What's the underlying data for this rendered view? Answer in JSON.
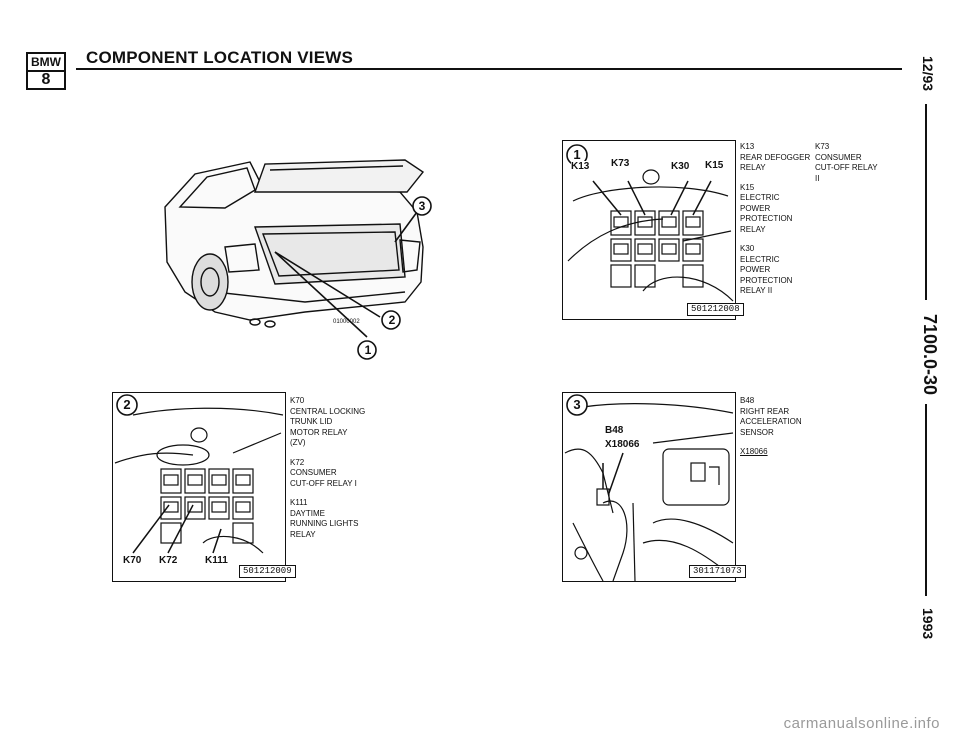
{
  "header": {
    "logo_top": "BMW",
    "logo_bottom": "8",
    "title": "COMPONENT LOCATION VIEWS"
  },
  "side": {
    "date": "12/93",
    "section": "7100.0-30",
    "year": "1993"
  },
  "views": {
    "overview": {
      "part_number": "01000002",
      "callouts": [
        "1",
        "2",
        "3"
      ]
    },
    "view1": {
      "marker": "1",
      "labels": [
        "K13",
        "K73",
        "K30",
        "K15"
      ],
      "ref": "501212008",
      "legend": [
        {
          "code": "K13",
          "lines": [
            "REAR DEFOGGER",
            "RELAY"
          ]
        },
        {
          "code": "K15",
          "lines": [
            "ELECTRIC",
            "POWER",
            "PROTECTION",
            "RELAY"
          ]
        },
        {
          "code": "K30",
          "lines": [
            "ELECTRIC",
            "POWER",
            "PROTECTION",
            "RELAY II"
          ]
        },
        {
          "code": "K73",
          "lines": [
            "CONSUMER",
            "CUT-OFF RELAY",
            "II"
          ]
        }
      ]
    },
    "view2": {
      "marker": "2",
      "labels": [
        "K70",
        "K72",
        "K111"
      ],
      "ref": "501212009",
      "legend": [
        {
          "code": "K70",
          "lines": [
            "CENTRAL LOCKING",
            "TRUNK LID",
            "MOTOR RELAY",
            "(ZV)"
          ]
        },
        {
          "code": "K72",
          "lines": [
            "CONSUMER",
            "CUT-OFF RELAY I"
          ]
        },
        {
          "code": "K111",
          "lines": [
            "DAYTIME",
            "RUNNING LIGHTS",
            "RELAY"
          ]
        }
      ]
    },
    "view3": {
      "marker": "3",
      "labels": [
        "B48",
        "X18066"
      ],
      "ref": "301171073",
      "legend": [
        {
          "code": "B48",
          "lines": [
            "RIGHT REAR",
            "ACCELERATION",
            "SENSOR"
          ]
        },
        {
          "code": "X18066",
          "lines": []
        }
      ]
    }
  },
  "footer": {
    "watermark": "carmanualsonline.info"
  }
}
